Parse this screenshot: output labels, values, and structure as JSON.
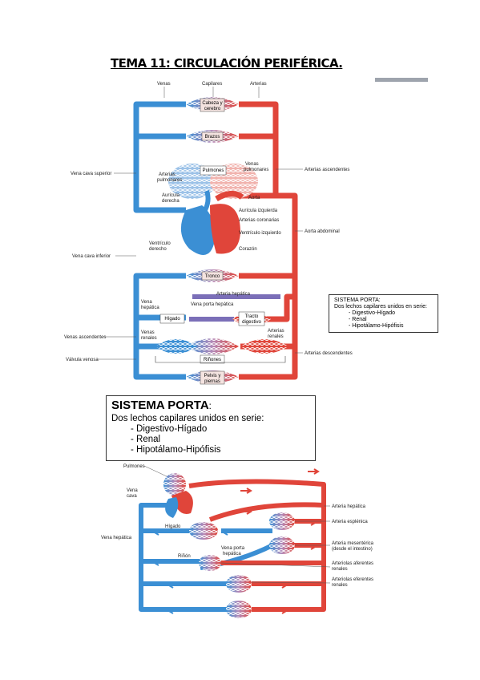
{
  "title": "TEMA 11: CIRCULACIÓN PERIFÉRICA.",
  "colors": {
    "vein": "#3b8fd4",
    "artery": "#e0453a",
    "portal": "#7b6fb8",
    "bed": "#f2d4cf"
  },
  "top_diagram": {
    "header": {
      "venas": "Venas",
      "capilares": "Capilares",
      "arterias": "Arterias"
    },
    "organs": {
      "cabeza": [
        "Cabeza y",
        "cerebro"
      ],
      "brazos": "Brazos",
      "pulmones": "Pulmones",
      "tronco": "Tronco",
      "higado": "Hígado",
      "tracto": [
        "Tracto",
        "digestivo"
      ],
      "rinones": "Riñones",
      "pelvis": [
        "Pelvis y",
        "piernas"
      ]
    },
    "labels": {
      "vena_cava_superior": "Vena cava superior",
      "vena_cava_inferior": "Vena cava inferior",
      "venas_ascendentes": "Venas ascendentes",
      "valvula_venosa": "Válvula venosa",
      "arterias_pulmonares": [
        "Arterias",
        "pulmonares"
      ],
      "venas_pulmonares": [
        "Venas",
        "pulmonares"
      ],
      "auricula_derecha": [
        "Aurícula",
        "derecha"
      ],
      "ventriculo_derecho": [
        "Ventrículo",
        "derecho"
      ],
      "aorta": "Aorta",
      "auricula_izquierda": "Aurícula izquierda",
      "arterias_coronarias": "Arterias coronarias",
      "ventriculo_izquierdo": "Ventrículo izquierdo",
      "corazon": "Corazón",
      "arterias_ascendentes": "Arterias ascendentes",
      "aorta_abdominal": "Aorta abdominal",
      "arteria_hepatica": "Arteria hepática",
      "vena_porta_hepatica": "Vena porta hepática",
      "vena_hepatica": [
        "Vena",
        "hepática"
      ],
      "venas_renales": [
        "Venas",
        "renales"
      ],
      "arterias_renales": [
        "Arterias",
        "renales"
      ],
      "arterias_descendentes": "Arterias descendentes"
    }
  },
  "small_box": {
    "title": "SISTEMA PORTA:",
    "subtitle": "Dos lechos capilares unidos en serie:",
    "items": [
      "Digestivo-Hígado",
      "Renal",
      "Hipotálamo-Hipófisis"
    ]
  },
  "big_box": {
    "title": "SISTEMA PORTA",
    "title_suffix": ":",
    "subtitle": "Dos lechos capilares unidos en serie:",
    "items": [
      "Digestivo-Hígado",
      "Renal",
      "Hipotálamo-Hipófisis"
    ]
  },
  "bottom_diagram": {
    "labels": {
      "pulmones": "Pulmones",
      "vena_cava": [
        "Vena",
        "cava"
      ],
      "vena_hepatica": "Vena hepática",
      "higado": "Hígado",
      "rinon": "Riñón",
      "vena_porta_hepatica": [
        "Vena porta",
        "hepática"
      ],
      "arteria_hepatica": "Arteria hepática",
      "arteria_esplenica": "Arteria esplénica",
      "arteria_mesenterica": [
        "Arteria mesentérica",
        "(desde el intestino)"
      ],
      "arteriolas_aferentes": [
        "Arteriolas aferentes",
        "renales"
      ],
      "arteriolas_eferentes": [
        "Arteriolas eferentes",
        "renales"
      ]
    }
  }
}
